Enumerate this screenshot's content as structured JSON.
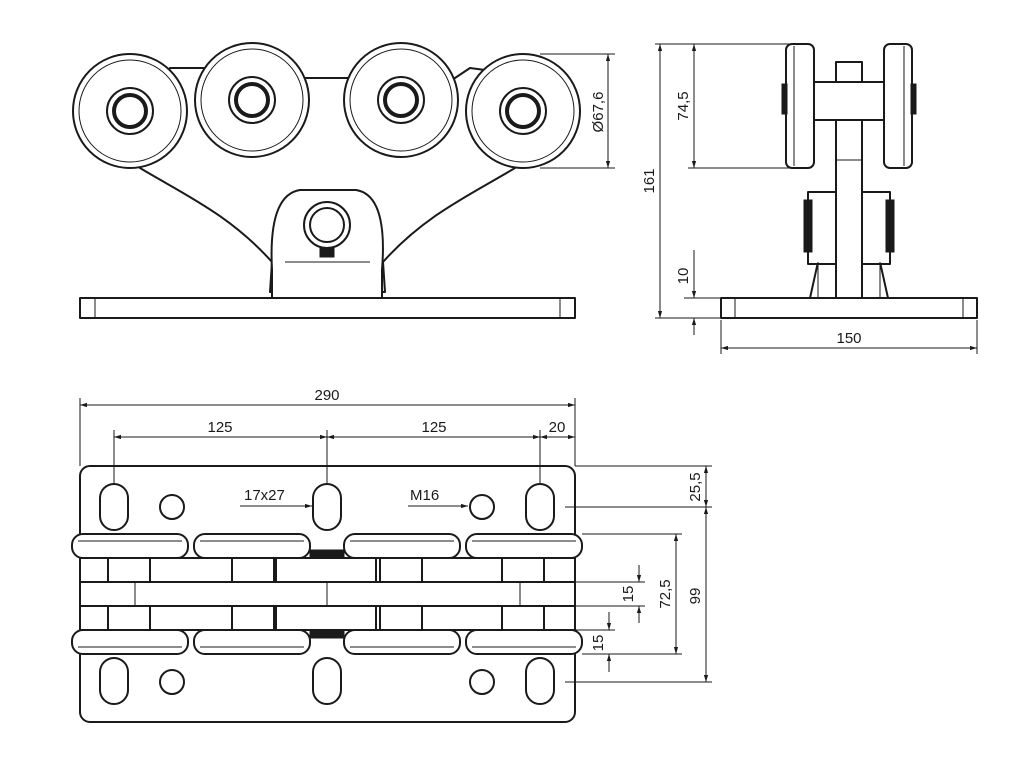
{
  "dimensions": {
    "wheel_diameter": "Ø67,6",
    "wheel_height": "74,5",
    "total_height": "161",
    "plate_thickness": "10",
    "side_width": "150",
    "total_length": "290",
    "hole_spacing_left": "125",
    "hole_spacing_right": "125",
    "edge_offset": "20",
    "top_offset": "25,5",
    "hole_span": "99",
    "wheel_track": "72,5",
    "inner_gap": "15",
    "lower_gap": "15"
  },
  "callouts": {
    "slot_size": "17x27",
    "thread": "M16"
  }
}
